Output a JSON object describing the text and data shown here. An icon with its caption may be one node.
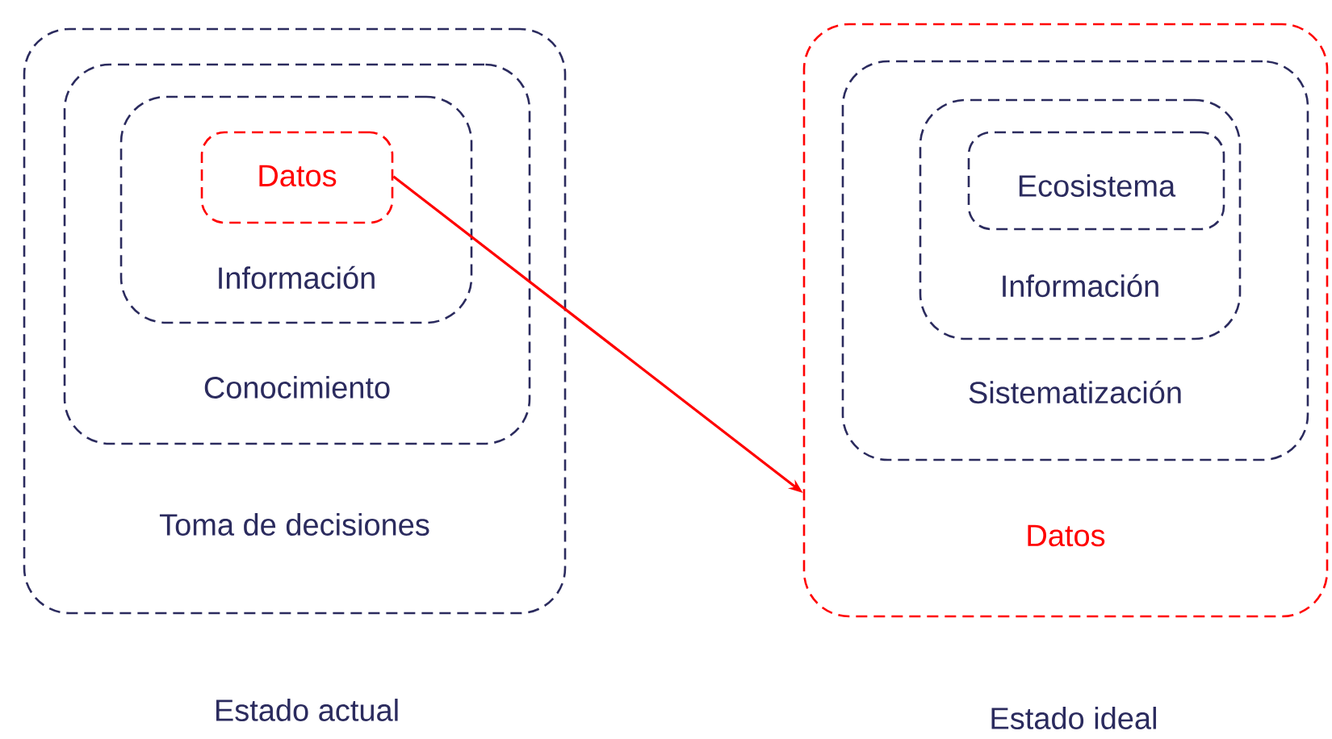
{
  "diagram": {
    "nodes": [
      {
        "text": [
          "Toma de decisiones"
        ],
        "beside": [
          "Estado actual"
        ]
      },
      {
        "text": [
          "Conocimiento"
        ],
        "in": 0
      },
      {
        "text": [
          "Información"
        ],
        "in": 1
      },
      {
        "text": [
          "Datos"
        ],
        "in": 2
      },
      {
        "text": [
          "Datos"
        ],
        "beside": [
          "Estado ideal"
        ]
      },
      {
        "text": [
          "Sistematización"
        ],
        "in": 4
      },
      {
        "text": [
          "Información"
        ],
        "in": 5
      },
      {
        "text": [
          "Ecosistema"
        ],
        "in": 6
      }
    ],
    "edges": [
      {
        "from": 3,
        "to": 4,
        "arrow": "to",
        "color": "#ff0000"
      }
    ]
  }
}
